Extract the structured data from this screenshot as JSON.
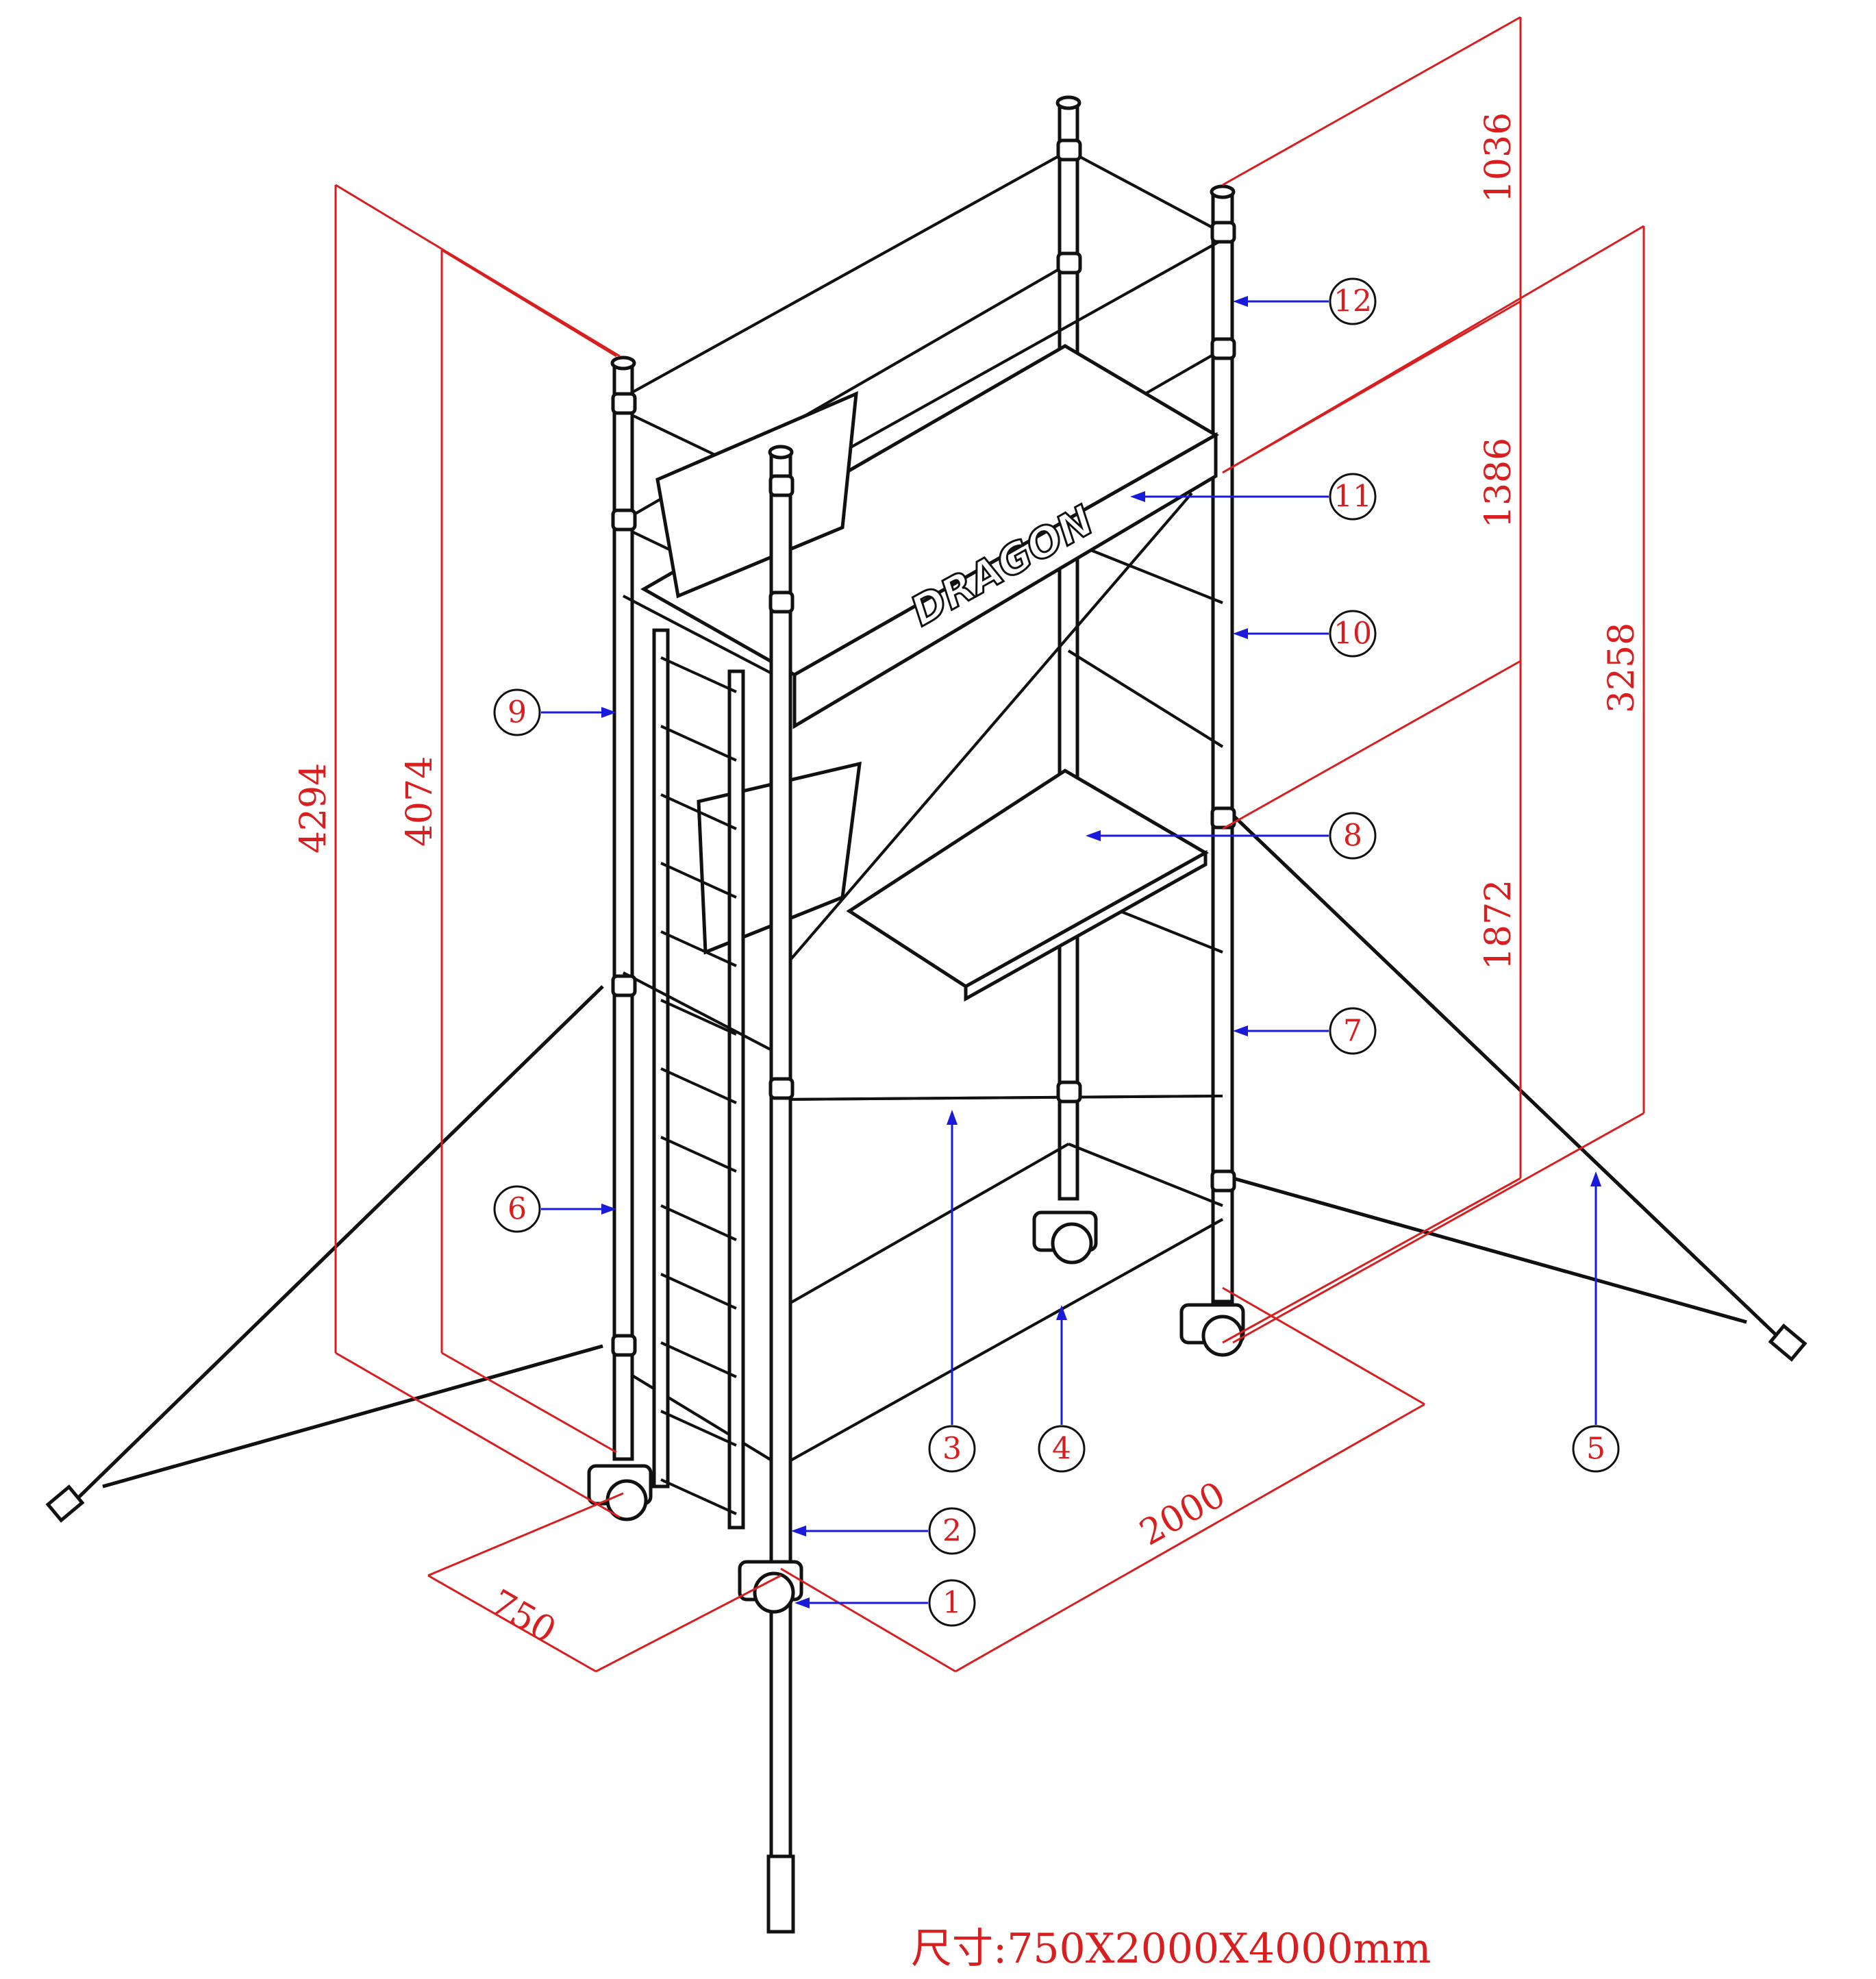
{
  "brand": "DRAGON",
  "caption": "尺寸:750X2000X4000mm",
  "dimensions": {
    "overall_height": "4294",
    "frame_height": "4074",
    "top_guard": "1036",
    "middle_section": "1386",
    "lower_section": "1872",
    "platform_height": "3258",
    "length": "2000",
    "width": "750"
  },
  "callouts": [
    "1",
    "2",
    "3",
    "4",
    "5",
    "6",
    "7",
    "8",
    "9",
    "10",
    "11",
    "12"
  ],
  "colors": {
    "dimension": "#d81e1e",
    "leader": "#1a1adb",
    "structure": "#111111"
  }
}
